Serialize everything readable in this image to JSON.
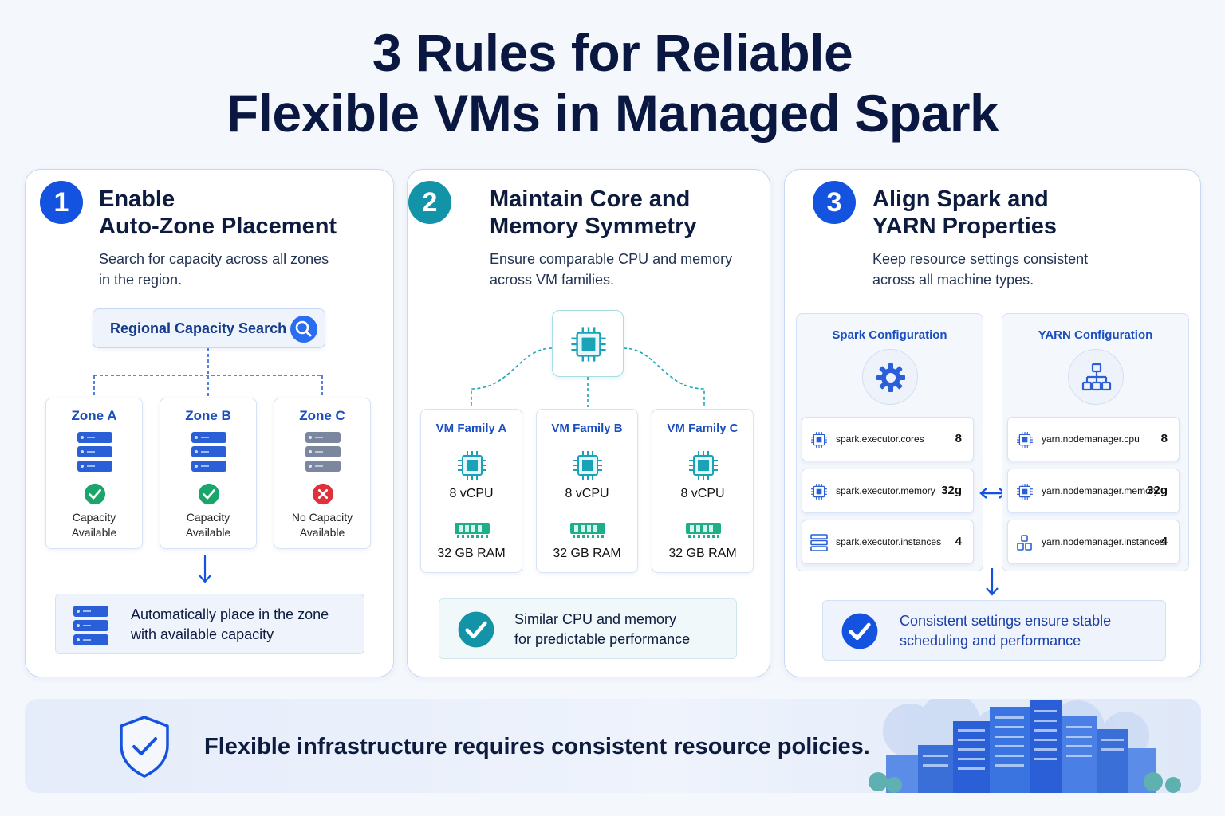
{
  "title": {
    "line1": "3 Rules for Reliable",
    "line2": "Flexible VMs in Managed Spark"
  },
  "rules": [
    {
      "number": "1",
      "title_line1": "Enable",
      "title_line2": "Auto-Zone Placement",
      "desc_line1": "Search for capacity across all zones",
      "desc_line2": "in the region.",
      "search_label": "Regional Capacity Search",
      "zones": [
        {
          "name": "Zone A",
          "status_line1": "Capacity",
          "status_line2": "Available",
          "available": true
        },
        {
          "name": "Zone B",
          "status_line1": "Capacity",
          "status_line2": "Available",
          "available": true
        },
        {
          "name": "Zone C",
          "status_line1": "No Capacity",
          "status_line2": "Available",
          "available": false
        }
      ],
      "result_line1": "Automatically place in the zone",
      "result_line2": "with available capacity"
    },
    {
      "number": "2",
      "title_line1": "Maintain Core and",
      "title_line2": "Memory Symmetry",
      "desc_line1": "Ensure comparable CPU and memory",
      "desc_line2": "across VM families.",
      "families": [
        {
          "name": "VM Family A",
          "cpu": "8 vCPU",
          "ram": "32 GB RAM"
        },
        {
          "name": "VM Family B",
          "cpu": "8 vCPU",
          "ram": "32 GB RAM"
        },
        {
          "name": "VM Family C",
          "cpu": "8 vCPU",
          "ram": "32 GB RAM"
        }
      ],
      "result_line1": "Similar CPU and memory",
      "result_line2": "for predictable performance"
    },
    {
      "number": "3",
      "title_line1": "Align Spark and",
      "title_line2": "YARN Properties",
      "desc_line1": "Keep resource settings consistent",
      "desc_line2": "across all machine types.",
      "spark": {
        "title": "Spark Configuration",
        "props": [
          {
            "name": "spark.executor.cores",
            "value": "8"
          },
          {
            "name": "spark.executor.memory",
            "value": "32g"
          },
          {
            "name": "spark.executor.instances",
            "value": "4"
          }
        ]
      },
      "yarn": {
        "title": "YARN Configuration",
        "props": [
          {
            "name": "yarn.nodemanager.cpu",
            "value": "8"
          },
          {
            "name": "yarn.nodemanager.memory",
            "value": "32g"
          },
          {
            "name": "yarn.nodemanager.instances",
            "value": "4"
          }
        ]
      },
      "result_line1": "Consistent settings ensure stable",
      "result_line2": "scheduling and performance"
    }
  ],
  "banner": {
    "text": "Flexible infrastructure requires consistent resource policies."
  },
  "colors": {
    "primary_blue": "#1452e0",
    "teal": "#1393a8",
    "success_green": "#1aa56a",
    "error_red": "#e0303a",
    "heading_navy": "#0a1740"
  },
  "icons": [
    "search-icon",
    "server-icon",
    "check-circle-icon",
    "x-circle-icon",
    "cpu-chip-icon",
    "ram-icon",
    "gear-icon",
    "hierarchy-icon",
    "bidirectional-arrow-icon",
    "shield-check-icon",
    "buildings-illustration"
  ]
}
